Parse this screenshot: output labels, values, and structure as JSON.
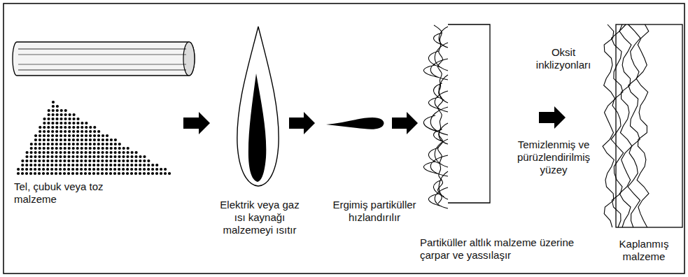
{
  "diagram": {
    "labels": [
      "Tel, çubuk veya toz malzeme",
      "Elektrik veya gaz ısı kaynağı malzemeyi ısıtır",
      "Ergimiş partiküller hızlandırılır",
      "Partiküller altlık malzeme üzerine çarpar ve yassılaşır",
      "Oksit inklizyonları",
      "Temizlenmiş ve pürüzlendirilmiş yüzey",
      "Kaplanmış malzeme"
    ]
  }
}
